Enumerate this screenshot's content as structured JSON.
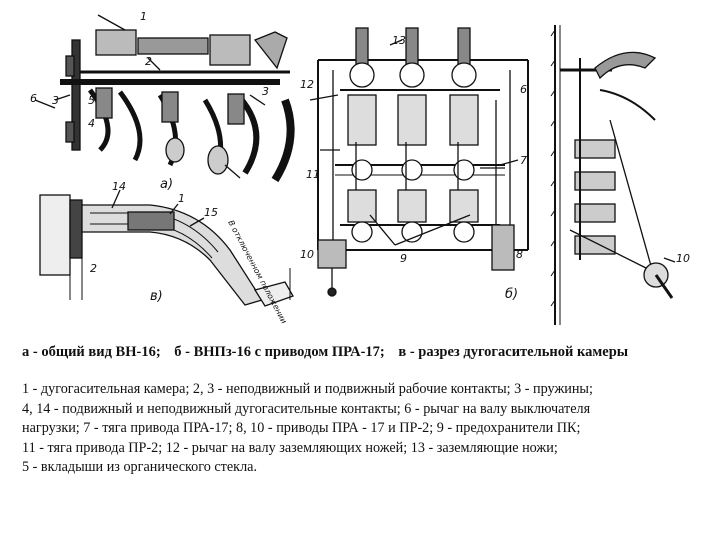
{
  "figure": {
    "labels_a": [
      "1",
      "2",
      "3",
      "4",
      "5",
      "6",
      "3",
      "а)"
    ],
    "labels_b": [
      "13",
      "6",
      "7",
      "11",
      "12",
      "10",
      "9",
      "8",
      "б)"
    ],
    "labels_v": [
      "14",
      "1",
      "2",
      "15",
      "в)"
    ],
    "labels_c": [
      "10"
    ],
    "motion_note": "В отключенном положении"
  },
  "caption": {
    "a": "а - общий вид ВН-16;",
    "b": "б - ВНПз-16 с приводом ПРА-17;",
    "v": "в - разрез дугогасительной камеры"
  },
  "legend_lines": [
    "1 - дугогасительная камера; 2, 3 - неподвижный и подвижный рабочие контакты;   3 - пружины;",
    "4, 14 - подвижный и неподвижный дугогасительные контакты;  6 - рычаг  на валу выключателя",
    "нагрузки;  7 - тяга привода ПРА-17;   8, 10 - приводы ПРА - 17 и ПР-2; 9 - предохранители ПК;",
    "11 - тяга привода ПР-2; 12 - рычаг на валу заземляющих ножей; 13 - заземляющие ножи;",
    "5 - вкладыши из органического стекла."
  ]
}
